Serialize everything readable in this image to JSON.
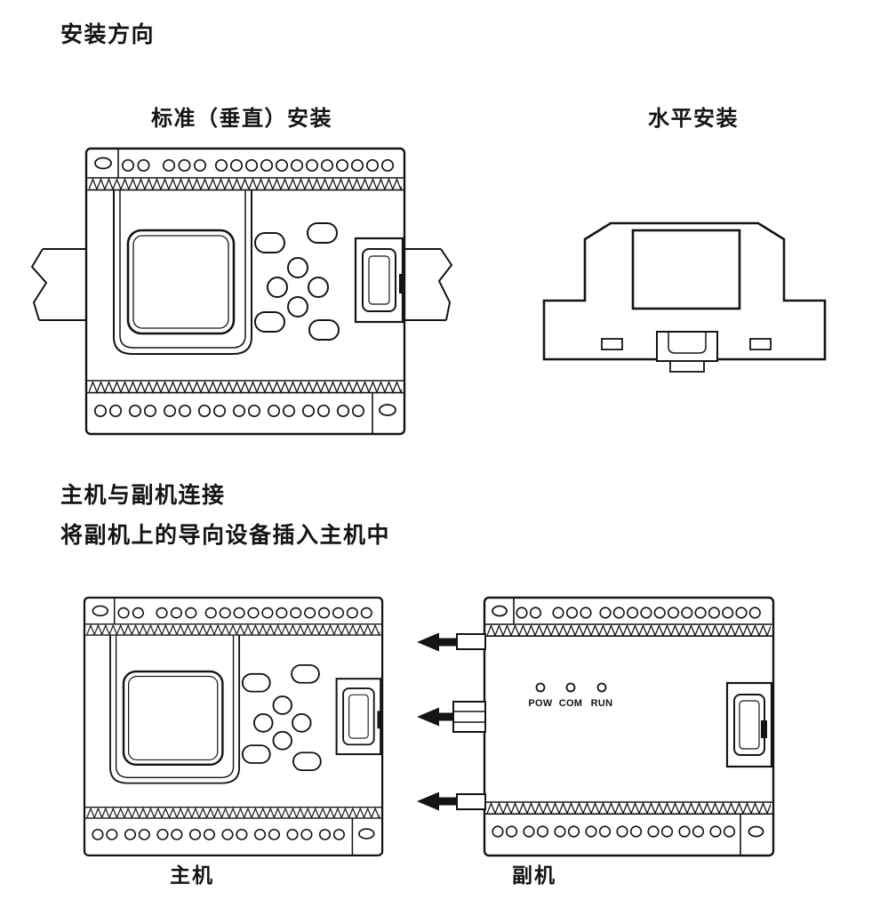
{
  "colors": {
    "ink": "#141414",
    "bg": "#ffffff"
  },
  "headings": {
    "title": "安装方向",
    "connection_line1": "主机与副机连接",
    "connection_line2": "将副机上的导向设备插入主机中"
  },
  "figures": {
    "vertical": {
      "caption": "标准（垂直）安装"
    },
    "horizontal": {
      "caption": "水平安装"
    },
    "main_unit": {
      "caption": "主机"
    },
    "sub_unit": {
      "caption": "副机",
      "leds": [
        "POW",
        "COM",
        "RUN"
      ]
    }
  }
}
